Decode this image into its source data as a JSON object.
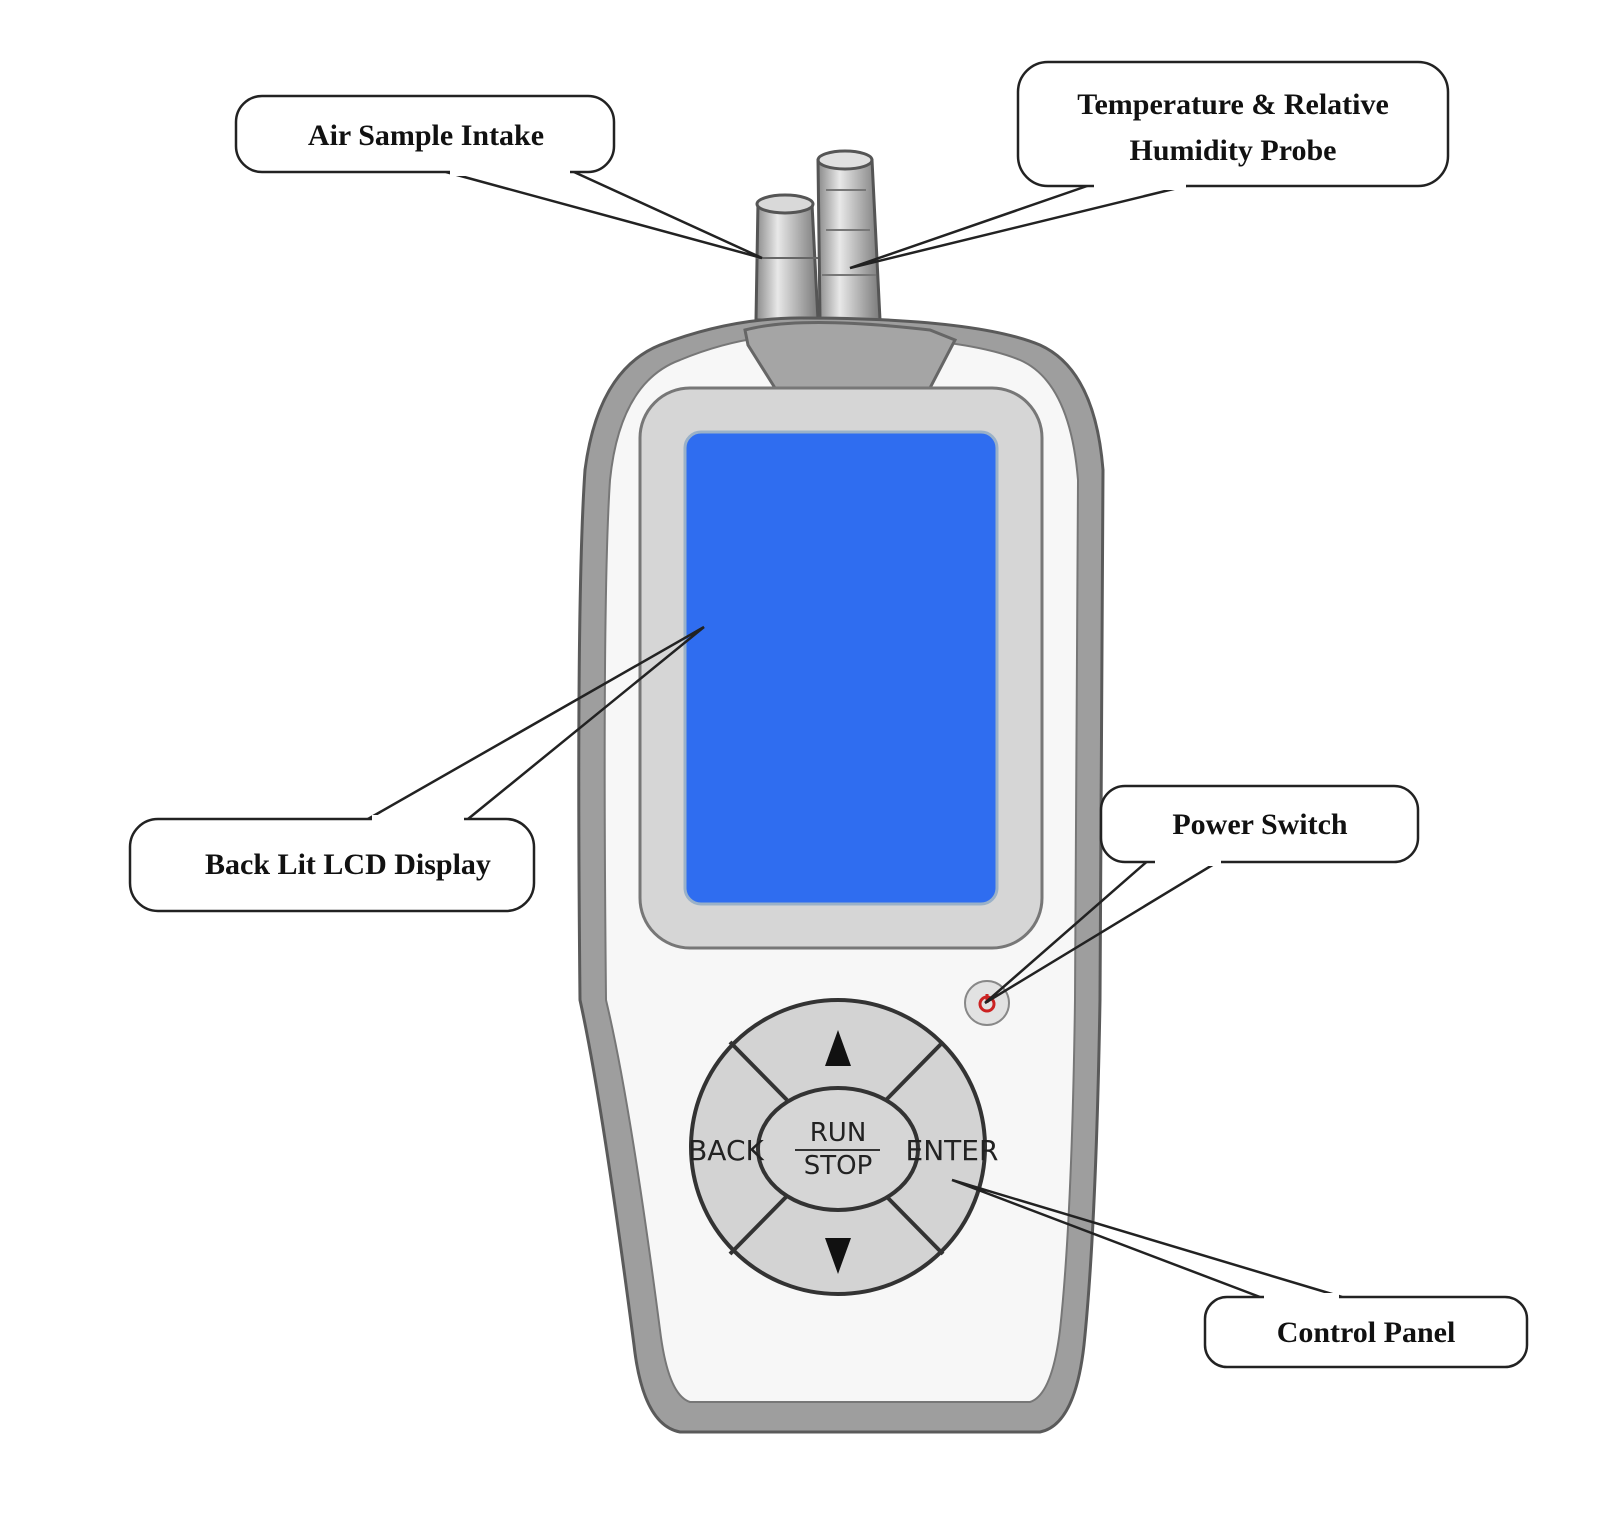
{
  "callouts": {
    "air_intake": "Air Sample Intake",
    "probe_line1": "Temperature & Relative",
    "probe_line2": "Humidity Probe",
    "lcd": "Back Lit LCD Display",
    "power": "Power Switch",
    "control": "Control Panel"
  },
  "keypad": {
    "back": "BACK",
    "enter": "ENTER",
    "run": "RUN",
    "stop": "STOP"
  },
  "colors": {
    "lcd_screen": "#2f6df0",
    "body_outer": "#9e9e9e",
    "body_inner": "#f7f7f7",
    "bezel": "#d6d6d6",
    "keypad": "#d3d3d3",
    "power_ring": "#cc2222"
  }
}
